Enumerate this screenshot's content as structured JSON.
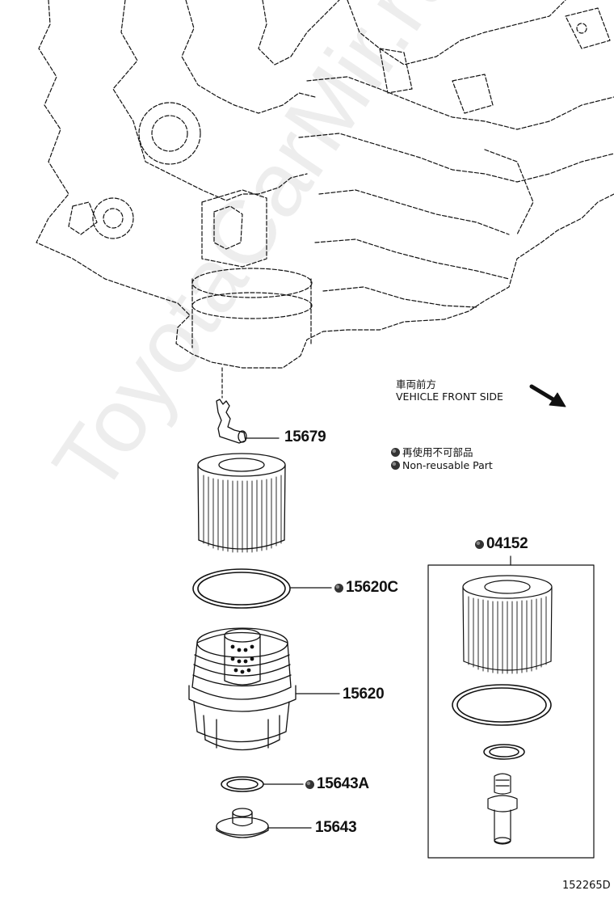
{
  "watermark": "ToyotaCarMir.ru",
  "direction": {
    "jp": "車両前方",
    "en": "VEHICLE FRONT SIDE"
  },
  "legend": {
    "jp": "再使用不可部品",
    "en": "Non-reusable Part"
  },
  "parts": {
    "p15679": "15679",
    "p15620c": "15620C",
    "p15620": "15620",
    "p15643a": "15643A",
    "p15643": "15643",
    "p04152": "04152"
  },
  "diagram_id": "152265D",
  "non_reusable_color": "#333333"
}
